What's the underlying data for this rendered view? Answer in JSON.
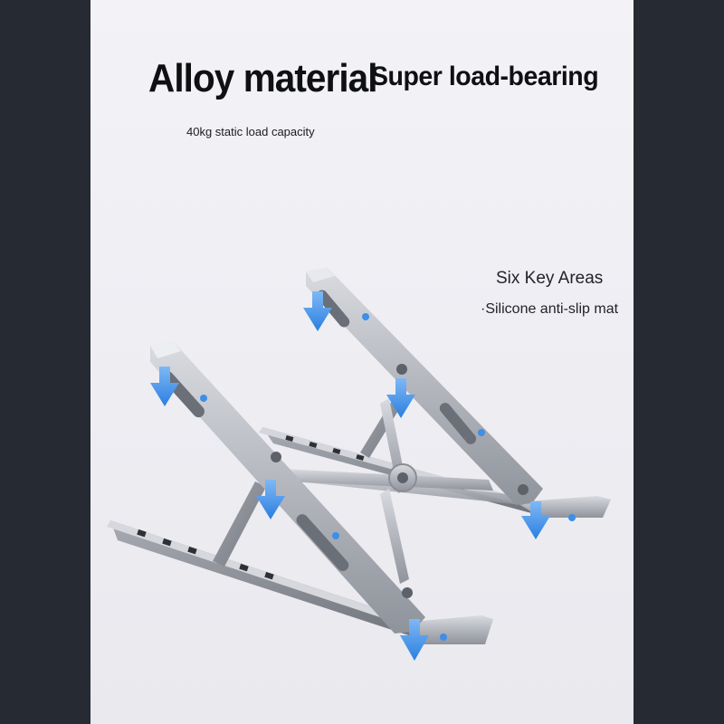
{
  "headline": {
    "material": "Alloy material",
    "load": "Super load-bearing"
  },
  "load_capacity": "40kg static load capacity",
  "key_areas": {
    "title": "Six Key Areas",
    "mat": "·Silicone anti-slip mat"
  },
  "colors": {
    "background_outer": "#262b33",
    "panel": "#eeeef3",
    "metal": "#b9bcc3",
    "arrow": "#3d8fe8"
  },
  "icons": [
    "down-arrow-icon",
    "anti-slip-pad-icon"
  ]
}
